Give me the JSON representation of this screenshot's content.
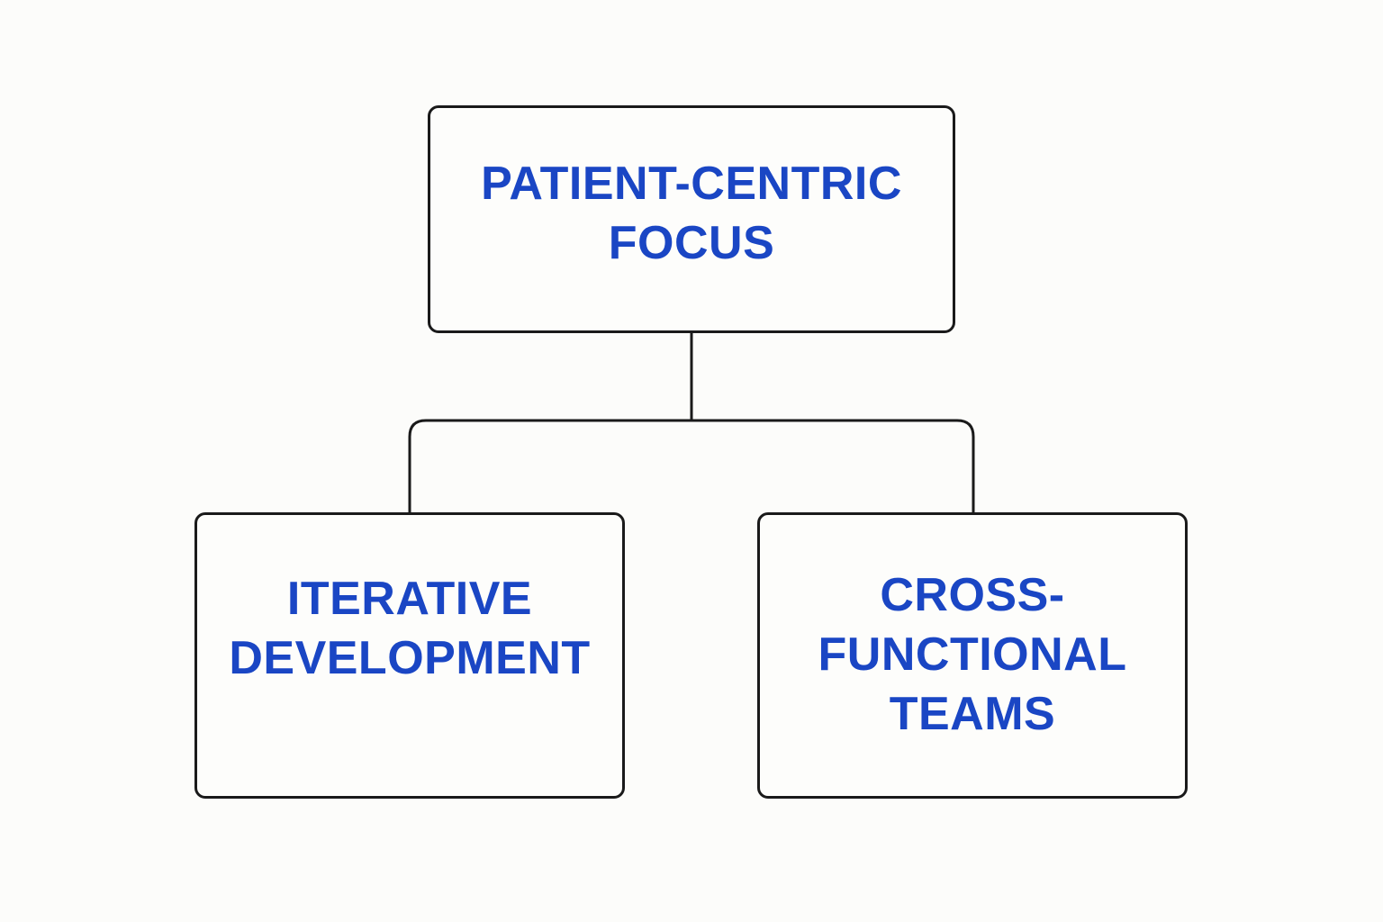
{
  "diagram": {
    "root": {
      "label": "PATIENT-CENTRIC\nFOCUS"
    },
    "children": [
      {
        "label": "ITERATIVE\nDEVELOPMENT"
      },
      {
        "label": "CROSS-\nFUNCTIONAL\nTEAMS"
      }
    ]
  },
  "colors": {
    "text": "#1a46c4",
    "border": "#1a1a1a",
    "background": "#fcfcfa"
  }
}
